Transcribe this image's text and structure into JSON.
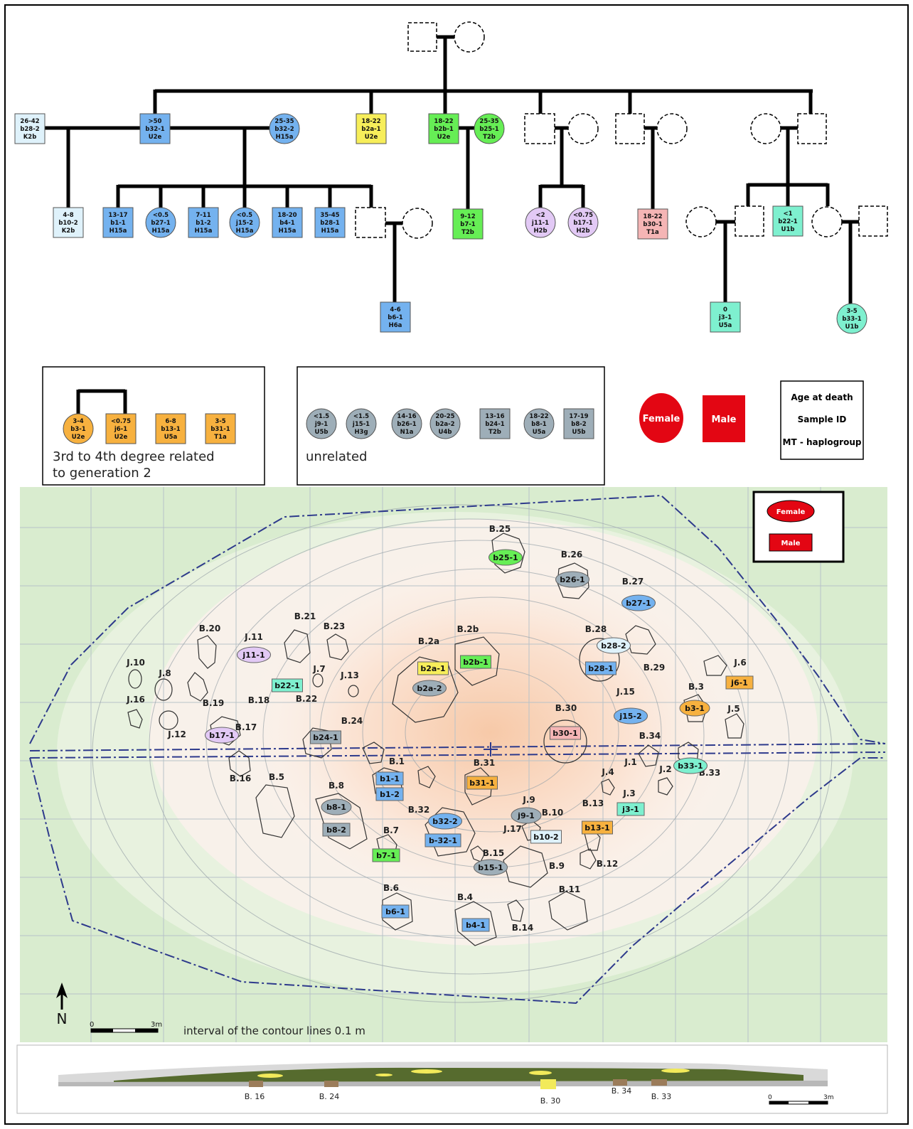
{
  "pedigree": {
    "individuals": [
      {
        "id": "p1",
        "sex": "male",
        "age": "26-42",
        "sample": "b28-2",
        "hap": "K2b",
        "color": "#dff2fb",
        "dashed": false
      },
      {
        "id": "p2",
        "sex": "male",
        "age": ">50",
        "sample": "b32-1",
        "hap": "U2e",
        "color": "#74b2ef",
        "dashed": false
      },
      {
        "id": "p3",
        "sex": "female",
        "age": "25-35",
        "sample": "b32-2",
        "hap": "H15a",
        "color": "#74b2ef",
        "dashed": false
      },
      {
        "id": "p4",
        "sex": "male",
        "age": "18-22",
        "sample": "b2a-1",
        "hap": "U2e",
        "color": "#f7ee5a",
        "dashed": false
      },
      {
        "id": "p5",
        "sex": "male",
        "age": "18-22",
        "sample": "b2b-1",
        "hap": "U2e",
        "color": "#66ee55",
        "dashed": false
      },
      {
        "id": "p6",
        "sex": "female",
        "age": "25-35",
        "sample": "b25-1",
        "hap": "T2b",
        "color": "#66ee55",
        "dashed": false
      },
      {
        "id": "c1",
        "sex": "male",
        "age": "4-8",
        "sample": "b10-2",
        "hap": "K2b",
        "color": "#dff2fb",
        "dashed": false
      },
      {
        "id": "c2",
        "sex": "male",
        "age": "13-17",
        "sample": "b1-1",
        "hap": "H15a",
        "color": "#74b2ef",
        "dashed": false
      },
      {
        "id": "c3",
        "sex": "female",
        "age": "<0.5",
        "sample": "b27-1",
        "hap": "H15a",
        "color": "#74b2ef",
        "dashed": false
      },
      {
        "id": "c4",
        "sex": "male",
        "age": "7-11",
        "sample": "b1-2",
        "hap": "H15a",
        "color": "#74b2ef",
        "dashed": false
      },
      {
        "id": "c5",
        "sex": "female",
        "age": "<0.5",
        "sample": "j15-2",
        "hap": "H15a",
        "color": "#74b2ef",
        "dashed": false
      },
      {
        "id": "c6",
        "sex": "male",
        "age": "18-20",
        "sample": "b4-1",
        "hap": "H15a",
        "color": "#74b2ef",
        "dashed": false
      },
      {
        "id": "c7",
        "sex": "male",
        "age": "35-45",
        "sample": "b28-1",
        "hap": "H15a",
        "color": "#74b2ef",
        "dashed": false
      },
      {
        "id": "c8",
        "sex": "male",
        "age": "9-12",
        "sample": "b7-1",
        "hap": "T2b",
        "color": "#66ee55",
        "dashed": false
      },
      {
        "id": "c9",
        "sex": "female",
        "age": "<2",
        "sample": "j11-1",
        "hap": "H2b",
        "color": "#e2c9f5",
        "dashed": false
      },
      {
        "id": "c10",
        "sex": "female",
        "age": "<0.75",
        "sample": "b17-1",
        "hap": "H2b",
        "color": "#e2c9f5",
        "dashed": false
      },
      {
        "id": "c11",
        "sex": "male",
        "age": "18-22",
        "sample": "b30-1",
        "hap": "T1a",
        "color": "#f5b5b5",
        "dashed": false
      },
      {
        "id": "c12",
        "sex": "male",
        "age": "<1",
        "sample": "b22-1",
        "hap": "U1b",
        "color": "#7ef0cf",
        "dashed": false
      },
      {
        "id": "g1",
        "sex": "male",
        "age": "4-6",
        "sample": "b6-1",
        "hap": "H6a",
        "color": "#74b2ef",
        "dashed": false
      },
      {
        "id": "g2",
        "sex": "male",
        "age": "0",
        "sample": "j3-1",
        "hap": "U5a",
        "color": "#7ef0cf",
        "dashed": false
      },
      {
        "id": "g3",
        "sex": "female",
        "age": "3-5",
        "sample": "b33-1",
        "hap": "U1b",
        "color": "#7ef0cf",
        "dashed": false
      }
    ]
  },
  "related_box": {
    "caption": "3rd to 4th degree related\nto generation 2",
    "items": [
      {
        "sex": "female",
        "age": "3-4",
        "sample": "b3-1",
        "hap": "U2e",
        "color": "#f7b13f"
      },
      {
        "sex": "male",
        "age": "<0.75",
        "sample": "j6-1",
        "hap": "U2e",
        "color": "#f7b13f"
      },
      {
        "sex": "male",
        "age": "6-8",
        "sample": "b13-1",
        "hap": "U5a",
        "color": "#f7b13f"
      },
      {
        "sex": "male",
        "age": "3-5",
        "sample": "b31-1",
        "hap": "T1a",
        "color": "#f7b13f"
      }
    ]
  },
  "unrelated_box": {
    "caption": "unrelated",
    "items": [
      {
        "sex": "female",
        "age": "<1.5",
        "sample": "j9-1",
        "hap": "U5b",
        "color": "#9eaeb8"
      },
      {
        "sex": "female",
        "age": "<1.5",
        "sample": "j15-1",
        "hap": "H3g",
        "color": "#9eaeb8"
      },
      {
        "sex": "female",
        "age": "14-16",
        "sample": "b26-1",
        "hap": "N1a",
        "color": "#9eaeb8"
      },
      {
        "sex": "female",
        "age": "20-25",
        "sample": "b2a-2",
        "hap": "U4b",
        "color": "#9eaeb8"
      },
      {
        "sex": "male",
        "age": "13-16",
        "sample": "b24-1",
        "hap": "T2b",
        "color": "#9eaeb8"
      },
      {
        "sex": "female",
        "age": "18-22",
        "sample": "b8-1",
        "hap": "U5a",
        "color": "#9eaeb8"
      },
      {
        "sex": "male",
        "age": "17-19",
        "sample": "b8-2",
        "hap": "U5b",
        "color": "#9eaeb8"
      }
    ]
  },
  "legend": {
    "female": "Female",
    "male": "Male",
    "key_lines": [
      "Age at death",
      "Sample ID",
      "MT - haplogroup"
    ],
    "map_female": "Female",
    "map_male": "Male",
    "female_color": "#e30613",
    "male_color": "#e30613"
  },
  "map": {
    "graves": [
      "B.1",
      "B.2a",
      "B.2b",
      "B.3",
      "B.4",
      "B.5",
      "B.6",
      "B.7",
      "B.8",
      "B.9",
      "B.10",
      "B.11",
      "B.12",
      "B.13",
      "B.14",
      "B.15",
      "B.16",
      "B.17",
      "B.18",
      "B.19",
      "B.20",
      "B.21",
      "B.22",
      "B.23",
      "B.24",
      "B.25",
      "B.26",
      "B.27",
      "B.28",
      "B.29",
      "B.30",
      "B.31",
      "B.32",
      "B.33",
      "B.34",
      "J.1",
      "J.2",
      "J.3",
      "J.4",
      "J.5",
      "J.6",
      "J.7",
      "J.8",
      "J.9",
      "J.10",
      "J.11",
      "J.12",
      "J.13",
      "J.15",
      "J.16",
      "J.17"
    ],
    "samples": [
      {
        "id": "b25-1",
        "sex": "female",
        "color": "#66ee55"
      },
      {
        "id": "b26-1",
        "sex": "female",
        "color": "#9eaeb8"
      },
      {
        "id": "b27-1",
        "sex": "female",
        "color": "#74b2ef"
      },
      {
        "id": "b28-2",
        "sex": "female",
        "color": "#dff2fb"
      },
      {
        "id": "b28-1",
        "sex": "male",
        "color": "#74b2ef"
      },
      {
        "id": "j11-1",
        "sex": "female",
        "color": "#e2c9f5"
      },
      {
        "id": "b2a-1",
        "sex": "male",
        "color": "#f7ee5a"
      },
      {
        "id": "b2b-1",
        "sex": "male",
        "color": "#66ee55"
      },
      {
        "id": "b2a-2",
        "sex": "female",
        "color": "#9eaeb8"
      },
      {
        "id": "b22-1",
        "sex": "male",
        "color": "#7ef0cf"
      },
      {
        "id": "j6-1",
        "sex": "male",
        "color": "#f7b13f"
      },
      {
        "id": "b3-1",
        "sex": "female",
        "color": "#f7b13f"
      },
      {
        "id": "j15-2",
        "sex": "female",
        "color": "#74b2ef"
      },
      {
        "id": "b30-1",
        "sex": "male",
        "color": "#f5b5b5"
      },
      {
        "id": "b17-1",
        "sex": "female",
        "color": "#e2c9f5"
      },
      {
        "id": "b24-1",
        "sex": "male",
        "color": "#9eaeb8"
      },
      {
        "id": "b33-1",
        "sex": "female",
        "color": "#7ef0cf"
      },
      {
        "id": "b1-1",
        "sex": "male",
        "color": "#74b2ef"
      },
      {
        "id": "b1-2",
        "sex": "male",
        "color": "#74b2ef"
      },
      {
        "id": "b31-1",
        "sex": "male",
        "color": "#f7b13f"
      },
      {
        "id": "b8-1",
        "sex": "female",
        "color": "#9eaeb8"
      },
      {
        "id": "b8-2",
        "sex": "male",
        "color": "#9eaeb8"
      },
      {
        "id": "j9-1",
        "sex": "female",
        "color": "#9eaeb8"
      },
      {
        "id": "j3-1",
        "sex": "male",
        "color": "#7ef0cf"
      },
      {
        "id": "b32-2",
        "sex": "female",
        "color": "#74b2ef"
      },
      {
        "id": "b-32-1",
        "sex": "male",
        "color": "#74b2ef"
      },
      {
        "id": "b10-2",
        "sex": "male",
        "color": "#dff2fb"
      },
      {
        "id": "b13-1",
        "sex": "male",
        "color": "#f7b13f"
      },
      {
        "id": "b7-1",
        "sex": "male",
        "color": "#66ee55"
      },
      {
        "id": "b15-1",
        "sex": "female",
        "color": "#9eaeb8"
      },
      {
        "id": "b6-1",
        "sex": "male",
        "color": "#74b2ef"
      },
      {
        "id": "b4-1",
        "sex": "male",
        "color": "#74b2ef"
      }
    ],
    "north": "N",
    "scale_start": "0",
    "scale_end": "3m",
    "contour_note": "interval of the contour lines 0.1 m"
  },
  "section": {
    "labels": [
      "B. 16",
      "B. 24",
      "B. 30",
      "B. 34",
      "B. 33"
    ],
    "scale_start": "0",
    "scale_end": "3m"
  }
}
